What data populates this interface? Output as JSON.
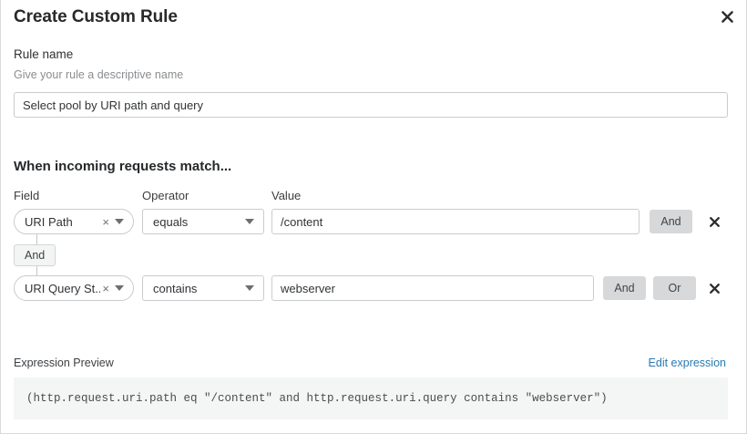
{
  "modal": {
    "title": "Create Custom Rule",
    "close_icon": "close-icon"
  },
  "rule_name": {
    "label": "Rule name",
    "sublabel": "Give your rule a descriptive name",
    "value": "Select pool by URI path and query",
    "placeholder": ""
  },
  "conditions": {
    "heading": "When incoming requests match...",
    "columns": {
      "field": "Field",
      "operator": "Operator",
      "value": "Value"
    },
    "connector": {
      "label": "And"
    },
    "rows": [
      {
        "field": "URI Path",
        "operator": "equals",
        "value": "/content",
        "clear_icon": "clear-icon",
        "caret_icon": "chevron-down-icon",
        "buttons": [
          "And"
        ],
        "delete_icon": "close-icon"
      },
      {
        "field": "URI Query St...",
        "operator": "contains",
        "value": "webserver",
        "clear_icon": "clear-icon",
        "caret_icon": "chevron-down-icon",
        "buttons": [
          "And",
          "Or"
        ],
        "delete_icon": "close-icon"
      }
    ]
  },
  "expression": {
    "label": "Expression Preview",
    "edit_link": "Edit expression",
    "text": "(http.request.uri.path eq \"/content\" and http.request.uri.query contains \"webserver\")"
  },
  "colors": {
    "link": "#2a7ab0",
    "button_bg": "#d7d8d9",
    "preview_bg": "#f4f5f5",
    "border": "#c9cbcd"
  }
}
